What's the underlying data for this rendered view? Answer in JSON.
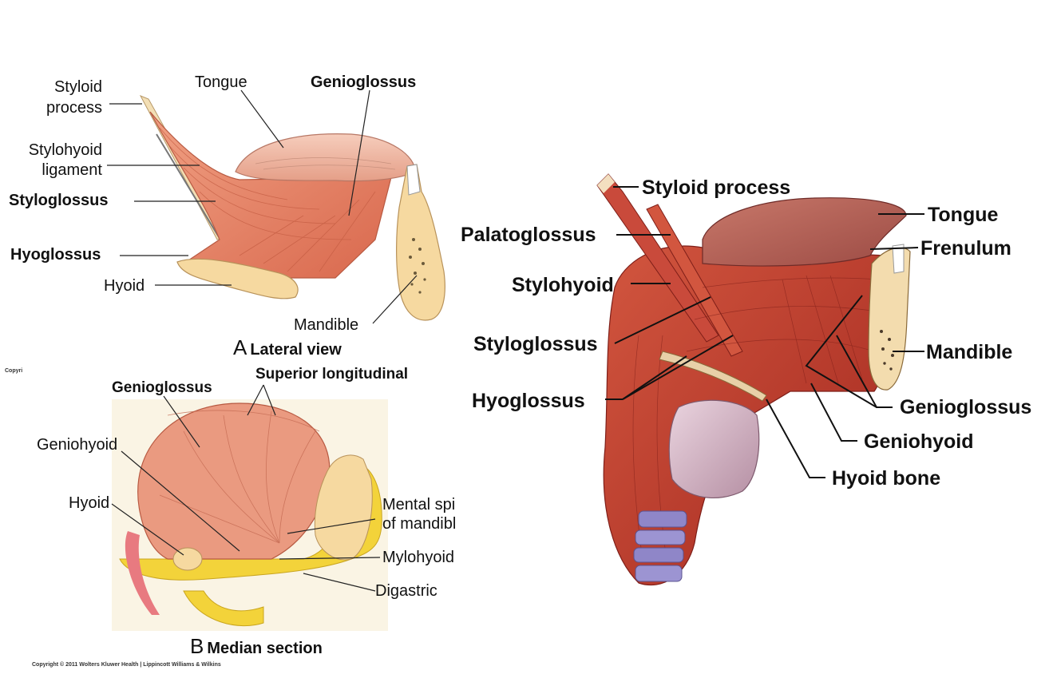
{
  "panel_a": {
    "labels": {
      "styloid_process": "Styloid\nprocess",
      "tongue": "Tongue",
      "genioglossus": "Genioglossus",
      "stylohyoid_ligament": "Stylohyoid\nligament",
      "styloglossus": "Styloglossus",
      "hyoglossus": "Hyoglossus",
      "hyoid": "Hyoid",
      "mandible": "Mandible"
    },
    "caption_letter": "A",
    "caption_text": "Lateral view"
  },
  "panel_b": {
    "labels": {
      "genioglossus": "Genioglossus",
      "superior_longitudinal": "Superior longitudinal",
      "geniohyoid": "Geniohyoid",
      "hyoid": "Hyoid",
      "mental_spine": "Mental spi\nof mandibl",
      "mylohyoid": "Mylohyoid",
      "digastric": "Digastric"
    },
    "caption_letter": "B",
    "caption_text": "Median section"
  },
  "panel_c": {
    "labels": {
      "styloid_process": "Styloid process",
      "tongue": "Tongue",
      "palatoglossus": "Palatoglossus",
      "frenulum": "Frenulum",
      "stylohyoid": "Stylohyoid",
      "styloglossus": "Styloglossus",
      "mandible": "Mandible",
      "hyoglossus": "Hyoglossus",
      "genioglossus": "Genioglossus",
      "geniohyoid": "Geniohyoid",
      "hyoid_bone": "Hyoid bone"
    }
  },
  "copyright_small": "Copyri",
  "copyright": "Copyright © 2011 Wolters Kluwer Health | Lippincott Williams & Wilkins",
  "colors": {
    "muscle_light": "#e8866a",
    "muscle_dark": "#b83a2c",
    "tongue_pink": "#efb8a4",
    "bone": "#f6d9a0",
    "yellow_fat": "#f3d33a",
    "cartilage": "#8f86c8"
  }
}
